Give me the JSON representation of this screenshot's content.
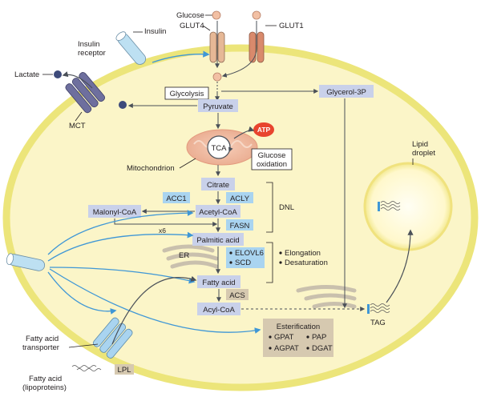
{
  "labels": {
    "glucose": "Glucose",
    "glut4": "GLUT4",
    "glut1": "GLUT1",
    "insulin": "Insulin",
    "insulin_receptor_1": "Insulin",
    "insulin_receptor_2": "receptor",
    "lactate": "Lactate",
    "mct": "MCT",
    "glycolysis": "Glycolysis",
    "glycerol3p": "Glycerol-3P",
    "pyruvate": "Pyruvate",
    "atp": "ATP",
    "tca": "TCA",
    "glucose_oxidation_1": "Glucose",
    "glucose_oxidation_2": "oxidation",
    "mitochondrion": "Mitochondrion",
    "citrate": "Citrate",
    "acly": "ACLY",
    "acc1": "ACC1",
    "malonyl_coa": "Malonyl-CoA",
    "acetyl_coa": "Acetyl-CoA",
    "x6": "x6",
    "fasn": "FASN",
    "dnl": "DNL",
    "palmitic_acid": "Palmitic acid",
    "elovl6": "ELOVL6",
    "scd": "SCD",
    "elongation": "Elongation",
    "desaturation": "Desaturation",
    "er": "ER",
    "fatty_acid": "Fatty acid",
    "acs": "ACS",
    "acyl_coa": "Acyl-CoA",
    "tag": "TAG",
    "lipid_droplet_1": "Lipid",
    "lipid_droplet_2": "droplet",
    "esterification": "Esterification",
    "gpat": "GPAT",
    "pap": "PAP",
    "agpat": "AGPAT",
    "dgat": "DGAT",
    "fa_transporter_1": "Fatty acid",
    "fa_transporter_2": "transporter",
    "lpl": "LPL",
    "fa_lipoproteins_1": "Fatty acid",
    "fa_lipoproteins_2": "(lipoproteins)"
  },
  "colors": {
    "cell_fill": "#fbf5c8",
    "cell_border": "#ece57a",
    "box_fill": "#c9d1ea",
    "enzyme_fill": "#a9d4f0",
    "arrow_blue": "#3f97d6",
    "arrow_dark": "#4a5058",
    "atp_red": "#e8442e",
    "glut4_color": "#e6b896",
    "glut1_color": "#d98a6c",
    "receptor_blue": "#bde0f2",
    "mct_purple": "#6e6f9e",
    "droplet_fill": "#fffbe0"
  }
}
